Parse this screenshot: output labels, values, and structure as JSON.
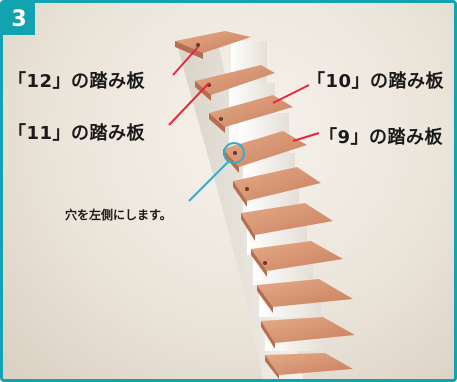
{
  "figure": {
    "step_number": "3",
    "labels": {
      "board_12": "「12」の踏み板",
      "board_11": "「11」の踏み板",
      "board_10": "「10」の踏み板",
      "board_9": "「9」の踏み板"
    },
    "note": "穴を左側にします。"
  },
  "colors": {
    "accent": "#12a3b0",
    "leader_line": "#e8263a",
    "note_line": "#3aa9c9",
    "tread": "#d99a78",
    "riser": "#f3f1ec"
  }
}
